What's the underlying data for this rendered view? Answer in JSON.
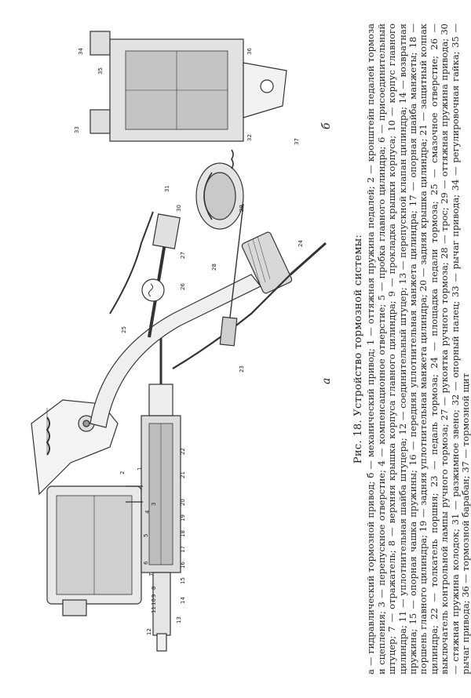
{
  "figure": {
    "subfig_a": "а",
    "subfig_b": "б",
    "labels": [
      "1",
      "2",
      "3",
      "4",
      "5",
      "6",
      "7",
      "8",
      "9",
      "10",
      "11",
      "12",
      "13",
      "14",
      "15",
      "16",
      "17",
      "18",
      "19",
      "20",
      "21",
      "22",
      "23",
      "24",
      "25",
      "26",
      "27",
      "28",
      "29",
      "30",
      "31",
      "32",
      "33",
      "34",
      "35",
      "36",
      "37"
    ]
  },
  "caption": {
    "title": "Рис. 18. Устройство тормозной системы:",
    "body": "а — гидравлический тормозной привод; б — механический привод; 1 — оттяжная пружина педалей; 2 — кронштейн педалей тормоза и сцепления; 3 — перепускное отверстие; 4 — компенсационное отверстие; 5 — пробка главного цилиндра; 6 — присоединительный штуцер; 7 — отражатель; 8 — верхняя крышка корпуса главного цилиндра; 9 — прокладка крышки корпуса; 10 — корпус главного цилиндра; 11 — уплотнительная шайба штуцера; 12 — соединительный штуцер; 13 — перепускной клапан цилиндра; 14 — возвратная пружина; 15 — опорная чашка пружины; 16 — передняя уплотнительная манжета цилиндра; 17 — опорная шайба манжеты; 18 — поршень главного цилиндра; 19 — задняя уплотнительная манжета цилиндра; 20 — задняя крышка цилиндра; 21 — защитный колпак цилиндра; 22 — толкатель поршня; 23 — педаль тормоза; 24 — площадка педали тормоза; 25 — смазочное отверстие; 26 — выключатель контрольной лампы ручного тормоза; 27 — рукоятка ручного тормоза; 28 — трос; 29 — оттяжная пружина привода; 30 — стяжная пружина колодок; 31 — разжимное звено; 32 — опорный палец; 33 — рычаг привода; 34 — регулировочная гайка; 35 — рычаг привода; 36 — тормозной барабан; 37 — тормозной щит"
  }
}
